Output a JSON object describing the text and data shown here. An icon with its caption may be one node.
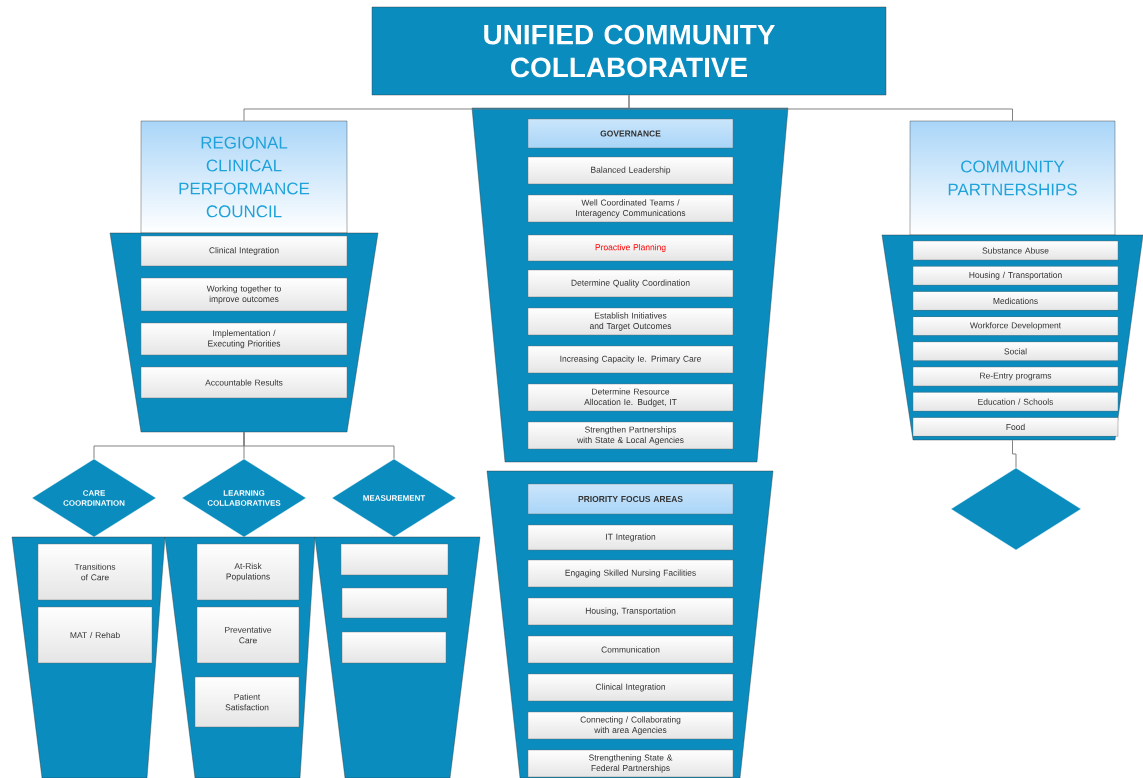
{
  "diagram": {
    "nodes": [
      {
        "text": [
          "UNIFIED COMMUNITY COLLABORATIVE"
        ]
      },
      {
        "text": [
          "REGIONAL CLINICAL PERFORMANCE COUNCIL"
        ]
      },
      {
        "text": [],
        "shape": "trapezoid"
      },
      {
        "text": [
          "Clinical Integration"
        ],
        "in": 2
      },
      {
        "text": [
          "Working together to improve outcomes"
        ],
        "in": 2
      },
      {
        "text": [
          "Implementation / Executing Priorities"
        ],
        "in": 2
      },
      {
        "text": [
          "Accountable Results"
        ],
        "in": 2
      },
      {
        "text": [],
        "shape": "trapezoid"
      },
      {
        "text": [
          "GOVERNANCE"
        ],
        "in": 7
      },
      {
        "text": [
          "Balanced Leadership"
        ],
        "in": 7
      },
      {
        "text": [
          "Well Coordinated Teams / Interagency Communications"
        ],
        "in": 7
      },
      {
        "text": [
          "Proactive Planning"
        ],
        "in": 7
      },
      {
        "text": [
          "Determine Quality Coordination"
        ],
        "in": 7
      },
      {
        "text": [
          "Establish Initiatives and Target Outcomes"
        ],
        "in": 7
      },
      {
        "text": [
          "Increasing Capacity Ie. Primary Care"
        ],
        "in": 7
      },
      {
        "text": [
          "Determine Resource Allocation Ie. Budget, IT"
        ],
        "in": 7
      },
      {
        "text": [
          "Strengthen Partnerships with State & Local Agencies"
        ],
        "in": 7
      },
      {
        "text": [
          "COMMUNITY PARTNERSHIPS"
        ]
      },
      {
        "text": [],
        "shape": "trapezoid"
      },
      {
        "text": [
          "Substance Abuse"
        ],
        "in": 18
      },
      {
        "text": [
          "Housing / Transportation"
        ],
        "in": 18
      },
      {
        "text": [
          "Medications"
        ],
        "in": 18
      },
      {
        "text": [
          "Workforce Development"
        ],
        "in": 18
      },
      {
        "text": [
          "Social"
        ],
        "in": 18
      },
      {
        "text": [
          "Re-Entry programs"
        ],
        "in": 18
      },
      {
        "text": [
          "Education / Schools"
        ],
        "in": 18
      },
      {
        "text": [
          "Food"
        ],
        "in": 18
      },
      {
        "text": [],
        "shape": "diamond"
      },
      {
        "text": [
          "CARE COORDINATION"
        ]
      },
      {
        "text": [
          "LEARNING COLLABORATIVES"
        ]
      },
      {
        "text": [
          "MEASUREMENT"
        ]
      },
      {
        "text": [],
        "shape": "trapezoid"
      },
      {
        "text": [
          "Transitions of Care"
        ],
        "in": 31
      },
      {
        "text": [
          "MAT / Rehab"
        ],
        "in": 31
      },
      {
        "text": [],
        "shape": "trapezoid"
      },
      {
        "text": [
          "At-Risk Populations"
        ],
        "in": 34
      },
      {
        "text": [
          "Preventative Care"
        ],
        "in": 34
      },
      {
        "text": [
          "Patient Satisfaction"
        ],
        "in": 34
      },
      {
        "text": [],
        "shape": "trapezoid"
      },
      {
        "text": [],
        "shape": "box",
        "in": 38
      },
      {
        "text": [],
        "shape": "box",
        "in": 38
      },
      {
        "text": [],
        "shape": "box",
        "in": 38
      },
      {
        "text": [],
        "shape": "trapezoid"
      },
      {
        "text": [
          "PRIORITY FOCUS AREAS"
        ],
        "in": 42
      },
      {
        "text": [
          "IT Integration"
        ],
        "in": 42
      },
      {
        "text": [
          "Engaging Skilled Nursing Facilities"
        ],
        "in": 42
      },
      {
        "text": [
          "Housing, Transportation"
        ],
        "in": 42
      },
      {
        "text": [
          "Communication"
        ],
        "in": 42
      },
      {
        "text": [
          "Clinical Integration"
        ],
        "in": 42
      },
      {
        "text": [
          "Connecting / Collaborating with area Agencies"
        ],
        "in": 42
      },
      {
        "text": [
          "Strengthening State & Federal Partnerships"
        ],
        "in": 42
      }
    ],
    "edges": [
      {
        "from": 0,
        "to": 1,
        "arrow": "none"
      },
      {
        "from": 0,
        "to": 17,
        "arrow": "none"
      },
      {
        "from": 2,
        "to": 28,
        "arrow": "none"
      },
      {
        "from": 2,
        "to": 29,
        "arrow": "none"
      },
      {
        "from": 2,
        "to": 30,
        "arrow": "none"
      },
      {
        "from": 18,
        "to": 27,
        "arrow": "none"
      }
    ]
  }
}
